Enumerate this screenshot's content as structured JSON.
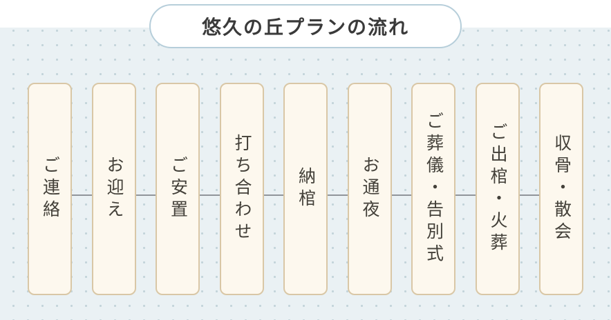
{
  "diagram": {
    "title": "悠久の丘プランの流れ",
    "steps": [
      {
        "label": "ご連絡"
      },
      {
        "label": "お迎え"
      },
      {
        "label": "ご安置"
      },
      {
        "label": "打ち合わせ"
      },
      {
        "label": "納棺"
      },
      {
        "label": "お通夜"
      },
      {
        "label": "ご葬儀・告別式"
      },
      {
        "label": "ご出棺・火葬"
      },
      {
        "label": "収骨・散会"
      }
    ],
    "colors": {
      "background": "#eaf1f4",
      "dot": "#c3d4da",
      "card_bg": "#fdf8ee",
      "card_border": "#d9c7a6",
      "title_border": "#b6ceda",
      "connector_line": "#90959a",
      "text": "#3a3a3a"
    }
  }
}
